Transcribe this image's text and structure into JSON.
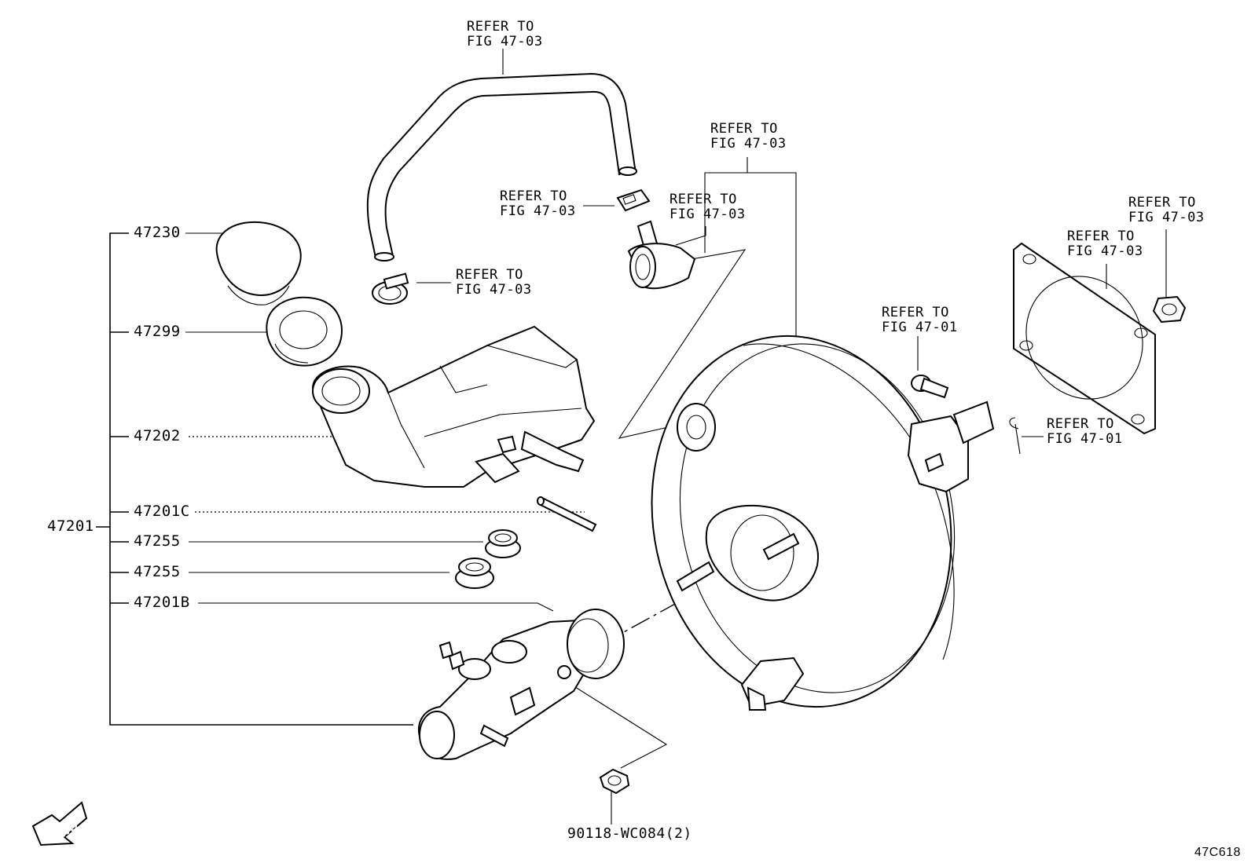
{
  "callouts": {
    "refer_hose_top": "REFER TO\nFIG 47-03",
    "refer_booster_top": "REFER TO\nFIG 47-03",
    "refer_connector": "REFER TO\nFIG 47-03",
    "refer_checkvalve": "REFER TO\nFIG 47-03",
    "refer_clamp": "REFER TO\nFIG 47-03",
    "refer_nut_right": "REFER TO\nFIG 47-03",
    "refer_gasket": "REFER TO\nFIG 47-03",
    "refer_pin": "REFER TO\nFIG 47-01",
    "refer_clip": "REFER TO\nFIG 47-01"
  },
  "part_numbers": {
    "assembly": "47201",
    "cap": "47230",
    "strainer": "47299",
    "reservoir": "47202",
    "pin": "47201C",
    "grommet_1": "47255",
    "grommet_2": "47255",
    "cylinder": "47201B",
    "nut": "90118-WC084(2)"
  },
  "fwd_label": "FWD",
  "figure_id": "47C618"
}
